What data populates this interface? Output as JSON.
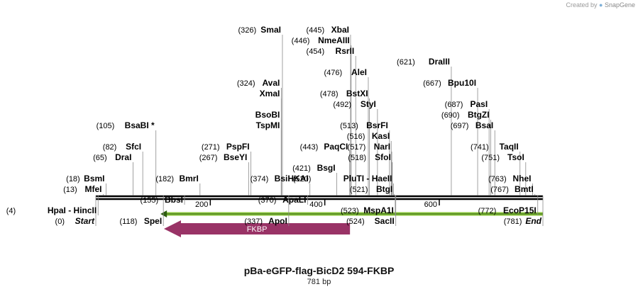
{
  "credit": {
    "prefix": "Created by",
    "brand": "SnapGene"
  },
  "title": "pBa-eGFP-flag-BicD2 594-FKBP",
  "subtitle": "781 bp",
  "sequence_length": 781,
  "ticks": [
    {
      "pos": 200,
      "label": "200"
    },
    {
      "pos": 400,
      "label": "400"
    },
    {
      "pos": 600,
      "label": "600"
    }
  ],
  "features": [
    {
      "name": "FKBP",
      "start": 119,
      "end": 444,
      "direction": "reverse",
      "color": "#993366"
    }
  ],
  "primer": {
    "start": 113,
    "end": 781,
    "color": "#8CC63F"
  },
  "sites": [
    {
      "name": "Start",
      "pos": 0,
      "pos_label": "(0)",
      "italic": true
    },
    {
      "name": "HpaI  -  HincII",
      "pos": 4,
      "pos_label": "(4)"
    },
    {
      "name": "MfeI",
      "pos": 13,
      "pos_label": "(13)"
    },
    {
      "name": "BsmI",
      "pos": 18,
      "pos_label": "(18)"
    },
    {
      "name": "DraI",
      "pos": 65,
      "pos_label": "(65)"
    },
    {
      "name": "SfcI",
      "pos": 82,
      "pos_label": "(82)"
    },
    {
      "name": "BsaBI *",
      "pos": 105,
      "pos_label": "(105)"
    },
    {
      "name": "SpeI",
      "pos": 118,
      "pos_label": "(118)"
    },
    {
      "name": "BbsI",
      "pos": 155,
      "pos_label": "(155)"
    },
    {
      "name": "BmrI",
      "pos": 182,
      "pos_label": "(182)"
    },
    {
      "name": "BseYI",
      "pos": 267,
      "pos_label": "(267)"
    },
    {
      "name": "PspFI",
      "pos": 271,
      "pos_label": "(271)"
    },
    {
      "name": "AvaI",
      "pos": 324,
      "pos_label": "(324)"
    },
    {
      "name": "XmaI",
      "pos": 324,
      "pos_label": ""
    },
    {
      "name": "BsoBI",
      "pos": 324,
      "pos_label": ""
    },
    {
      "name": "TspMI",
      "pos": 324,
      "pos_label": ""
    },
    {
      "name": "SmaI",
      "pos": 326,
      "pos_label": "(326)"
    },
    {
      "name": "ApoI",
      "pos": 337,
      "pos_label": "(337)"
    },
    {
      "name": "ApaLI",
      "pos": 370,
      "pos_label": "(370)"
    },
    {
      "name": "BsiHKAI",
      "pos": 374,
      "pos_label": "(374)"
    },
    {
      "name": "BsgI",
      "pos": 421,
      "pos_label": "(421)"
    },
    {
      "name": "PaqCI",
      "pos": 443,
      "pos_label": "(443)"
    },
    {
      "name": "XbaI",
      "pos": 445,
      "pos_label": "(445)"
    },
    {
      "name": "NmeAIII",
      "pos": 446,
      "pos_label": "(446)"
    },
    {
      "name": "RsrII",
      "pos": 454,
      "pos_label": "(454)"
    },
    {
      "name": "AleI",
      "pos": 476,
      "pos_label": "(476)"
    },
    {
      "name": "BstXI",
      "pos": 478,
      "pos_label": "(478)"
    },
    {
      "name": "StyI",
      "pos": 492,
      "pos_label": "(492)"
    },
    {
      "name": "BsrFI",
      "pos": 513,
      "pos_label": "(513)"
    },
    {
      "name": "KasI",
      "pos": 516,
      "pos_label": "(516)"
    },
    {
      "name": "NarI",
      "pos": 517,
      "pos_label": "(517)"
    },
    {
      "name": "SfoI",
      "pos": 518,
      "pos_label": "(518)"
    },
    {
      "name": "PluTI  -  HaeII",
      "pos": 520,
      "pos_label": "(520)"
    },
    {
      "name": "BtgI",
      "pos": 521,
      "pos_label": "(521)"
    },
    {
      "name": "MspA1I",
      "pos": 523,
      "pos_label": "(523)"
    },
    {
      "name": "SacII",
      "pos": 524,
      "pos_label": "(524)"
    },
    {
      "name": "DraIII",
      "pos": 621,
      "pos_label": "(621)"
    },
    {
      "name": "Bpu10I",
      "pos": 667,
      "pos_label": "(667)"
    },
    {
      "name": "PasI",
      "pos": 687,
      "pos_label": "(687)"
    },
    {
      "name": "BtgZI",
      "pos": 690,
      "pos_label": "(690)"
    },
    {
      "name": "BsaI",
      "pos": 697,
      "pos_label": "(697)"
    },
    {
      "name": "TaqII",
      "pos": 741,
      "pos_label": "(741)"
    },
    {
      "name": "TsoI",
      "pos": 751,
      "pos_label": "(751)"
    },
    {
      "name": "NheI",
      "pos": 763,
      "pos_label": "(763)"
    },
    {
      "name": "BmtI",
      "pos": 767,
      "pos_label": "(767)"
    },
    {
      "name": "EcoP15I",
      "pos": 772,
      "pos_label": "(772)"
    },
    {
      "name": "End",
      "pos": 781,
      "pos_label": "(781)",
      "italic": true
    }
  ]
}
